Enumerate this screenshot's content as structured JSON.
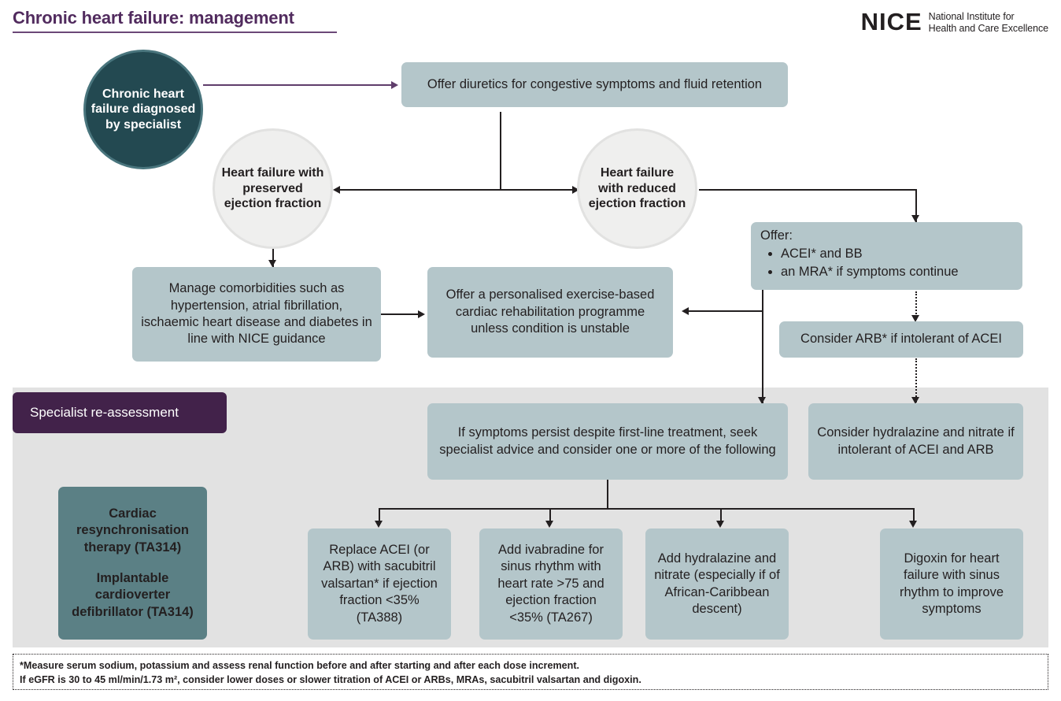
{
  "header": {
    "title": "Chronic heart failure: management",
    "logo_word": "NICE",
    "logo_sub": "National Institute for\nHealth and Care Excellence"
  },
  "panel": {
    "specialist_label": "Specialist re-assessment"
  },
  "nodes": {
    "start": "Chronic heart failure diagnosed by specialist",
    "diuretics": "Offer diuretics for congestive symptoms and fluid retention",
    "hfpef": "Heart failure with preserved ejection fraction",
    "hfref": "Heart failure with reduced ejection fraction",
    "offer_title": "Offer:",
    "offer_bullets": [
      "ACEI* and BB",
      "an MRA* if symptoms continue"
    ],
    "consider_arb": "Consider ARB* if intolerant of ACEI",
    "comorbidities": "Manage comorbidities such as hypertension, atrial fibrillation, ischaemic heart disease and diabetes in line with NICE guidance",
    "rehab": "Offer a personalised exercise-based cardiac rehabilitation programme unless condition is unstable",
    "persist": "If symptoms persist despite first-line treatment, seek specialist advice and consider one or more of the following",
    "hydralazine_intolerant": "Consider hydralazine and nitrate if intolerant of ACEI and ARB",
    "devices_line1": "Cardiac resynchronisation therapy (TA314)",
    "devices_line2": "Implantable cardioverter defibrillator (TA314)",
    "sacubitril": "Replace ACEI (or ARB) with sacubitril valsartan* if ejection fraction <35% (TA388)",
    "ivabradine": "Add ivabradine for sinus rhythm with heart rate >75 and ejection fraction <35% (TA267)",
    "hydralazine": "Add hydralazine and nitrate (especially if of African-Caribbean descent)",
    "digoxin": "Digoxin for heart failure with sinus rhythm to improve symptoms"
  },
  "footnote": {
    "line1": "*Measure serum sodium, potassium and assess renal function before and after starting and after each dose increment.",
    "line2": "If eGFR is 30 to 45 ml/min/1.73 m², consider lower doses or slower titration of ACEI or ARBs, MRAs, sacubitril valsartan and digoxin."
  },
  "colors": {
    "title_purple": "#512b5e",
    "specialist_purple": "#42224a",
    "node_blue_grey": "#b4c6ca",
    "node_teal": "#5b8085",
    "start_circle": "#234951",
    "panel_grey": "#e2e2e2"
  }
}
